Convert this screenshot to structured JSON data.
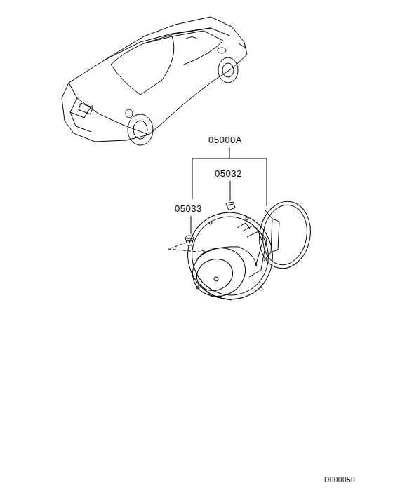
{
  "diagram": {
    "labels": [
      "05000A",
      "05032",
      "05033",
      "D000050"
    ]
  }
}
